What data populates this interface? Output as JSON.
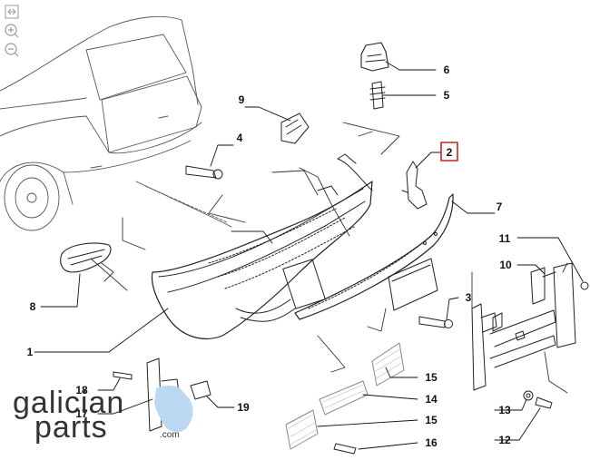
{
  "toolbar": {
    "icons": [
      "expand-icon",
      "zoom-in-icon",
      "zoom-out-icon"
    ]
  },
  "callouts": {
    "c1": "1",
    "c2": "2",
    "c4": "4",
    "c5": "5",
    "c6": "6",
    "c7": "7",
    "c8": "8",
    "c9": "9",
    "c10": "10",
    "c11": "11",
    "c12": "12",
    "c13": "13",
    "c14": "14",
    "c15a": "15",
    "c15b": "15",
    "c16": "16",
    "c17": "17",
    "c18": "18",
    "c19": "19",
    "c3": "3"
  },
  "watermark": {
    "line1": "galician",
    "line2": "parts",
    "suffix": ".com"
  },
  "colors": {
    "line": "#222222",
    "highlight_box": "#cc2222",
    "watermark_text": "#333333",
    "watermark_map": "#bcd7f0"
  }
}
